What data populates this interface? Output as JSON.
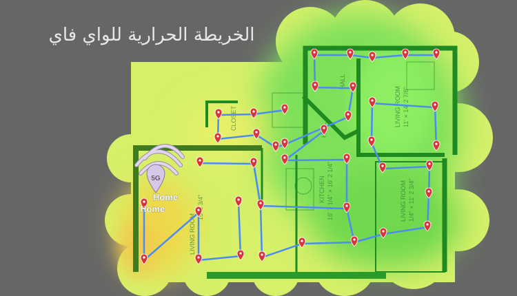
{
  "title": "الخريطة الحرارية للواي فاي",
  "router": {
    "band_label": "5G",
    "label_1": "Home",
    "label_2": "Home"
  },
  "rooms": {
    "closet": "CLOSET",
    "hall_1": "HALL",
    "hall_2": "HALL",
    "living_room_main": "LIVING ROOM",
    "living_room_main_dims": "15' 6 3/4\"",
    "living_room_ne": "LIVING ROOM",
    "living_room_ne_dims": "11' × 14' 2 7/8\"",
    "living_room_se": "LIVING ROOM",
    "living_room_se_dims": "1/4\" × 11' 2 3/4\"",
    "kitchen": "KITCHEN",
    "kitchen_dims": "16' 7 1/4\" × 16' 2 1/4\""
  },
  "colors": {
    "background": "#666666",
    "signal_strong": "#7ee05a",
    "signal_medium": "#d8f060",
    "signal_weak": "#f0d040",
    "walls": "#1f8a1f",
    "path": "#4a8cf0",
    "pin": "#d9343c",
    "router": "#d8c8e8"
  }
}
